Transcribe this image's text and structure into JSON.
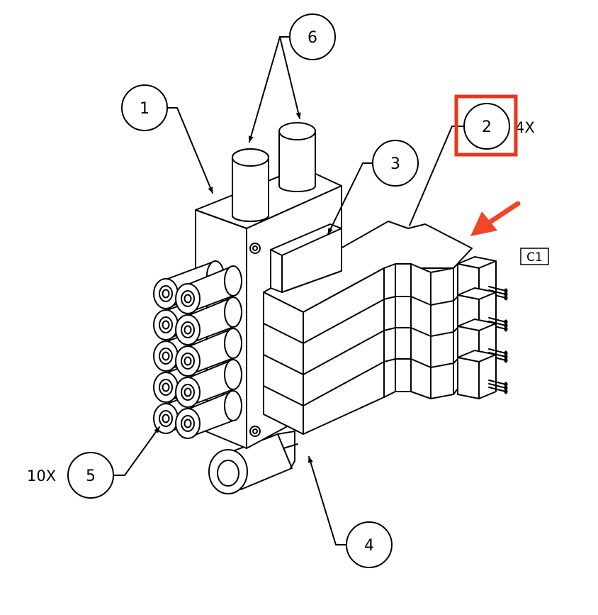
{
  "balloons": {
    "b1": "1",
    "b2": "2",
    "b3": "3",
    "b4": "4",
    "b5": "5",
    "b6": "6"
  },
  "notes": {
    "qty_2": "4X",
    "qty_5": "10X",
    "ref_c1": "C1"
  },
  "highlight": {
    "box_color": "#e8361c",
    "arrow_color": "#f2452a"
  }
}
